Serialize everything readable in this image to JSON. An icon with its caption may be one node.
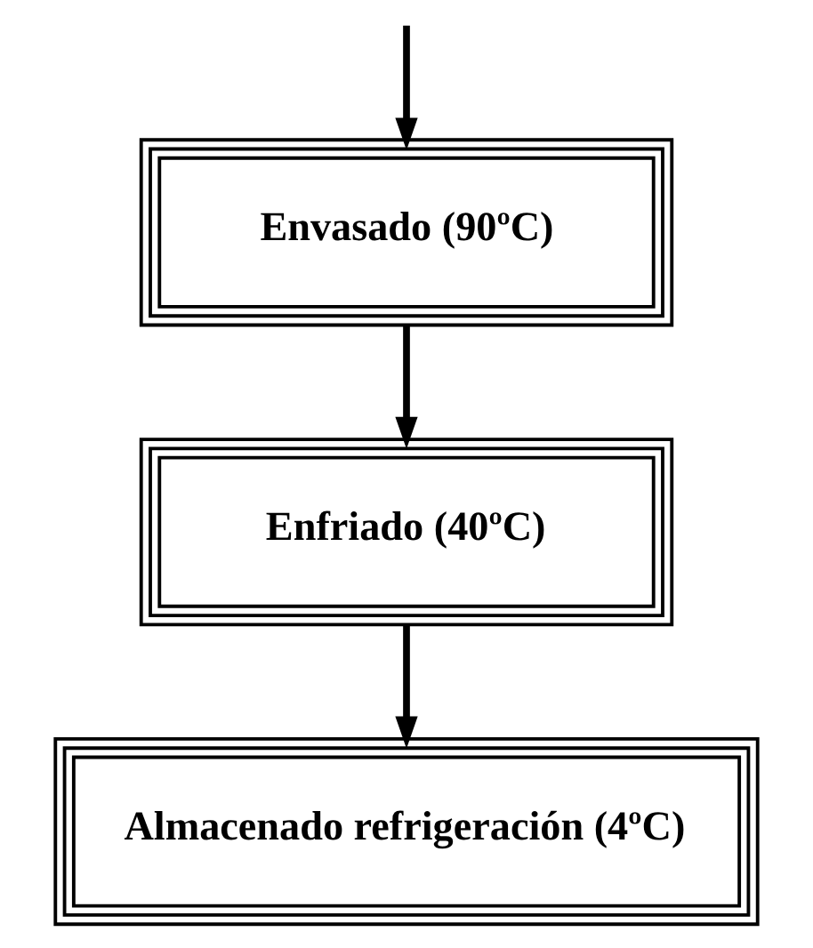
{
  "diagram": {
    "nodes": [
      {
        "text": [
          "Envasado (90ºC)"
        ]
      },
      {
        "text": [
          "Enfriado (40ºC)"
        ]
      },
      {
        "text": [
          "Almacenado refrigeración (4ºC)"
        ]
      }
    ],
    "edges": [
      {
        "from": null,
        "to": 0,
        "arrow": "to"
      },
      {
        "from": 0,
        "to": 1,
        "arrow": "to"
      },
      {
        "from": 1,
        "to": 2,
        "arrow": "to"
      }
    ]
  }
}
